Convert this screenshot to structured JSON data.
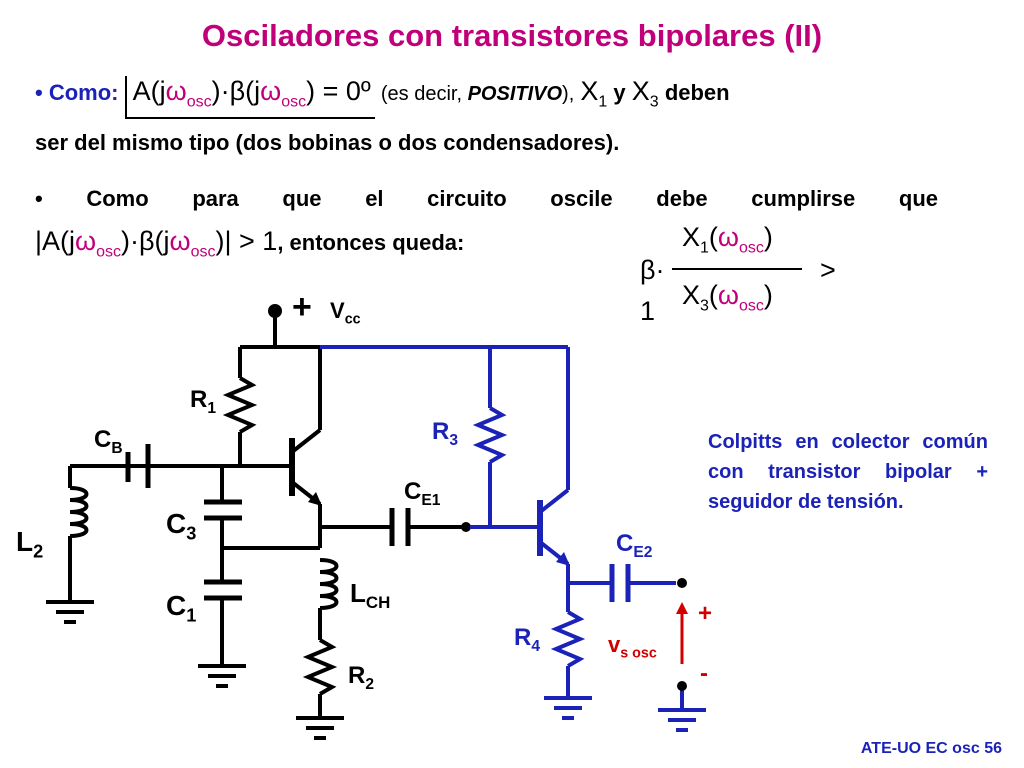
{
  "title": "Osciladores con transistores bipolares (II)",
  "para1": {
    "lead": "• Como:",
    "expr": "A(jωosc)·β(jωosc) = 0º",
    "paren": "(es decir, POSITIVO),",
    "tail1": "X1 y X3 deben",
    "line2": "ser del mismo tipo (dos bobinas o dos condensadores)."
  },
  "para2": {
    "line1": "• Como para que el circuito oscile debe cumplirse que",
    "expr": "|A(jωosc)·β(jωosc)| > 1",
    "tail": ", entonces queda:"
  },
  "formula": {
    "beta": "β·",
    "numerator": "X1(ωosc)",
    "gt": ">",
    "denominator": "X3(ωosc)",
    "one": "1"
  },
  "circuit": {
    "vcc": "Vcc",
    "plus": "+",
    "labels": {
      "r1": "R1",
      "r2": "R2",
      "r3": "R3",
      "r4": "R4",
      "cb": "CB",
      "c3": "C3",
      "c1": "C1",
      "l2": "L2",
      "lch": "LCH",
      "ce1": "CE1",
      "ce2": "CE2",
      "vs": "vs osc",
      "vs_plus": "+",
      "vs_minus": "-"
    },
    "colors": {
      "black": "#000000",
      "blue": "#1b22b8",
      "red": "#d00000"
    }
  },
  "note": "Colpitts en colector común con transistor bipolar + seguidor de tensión.",
  "footer": "ATE-UO EC osc 56"
}
